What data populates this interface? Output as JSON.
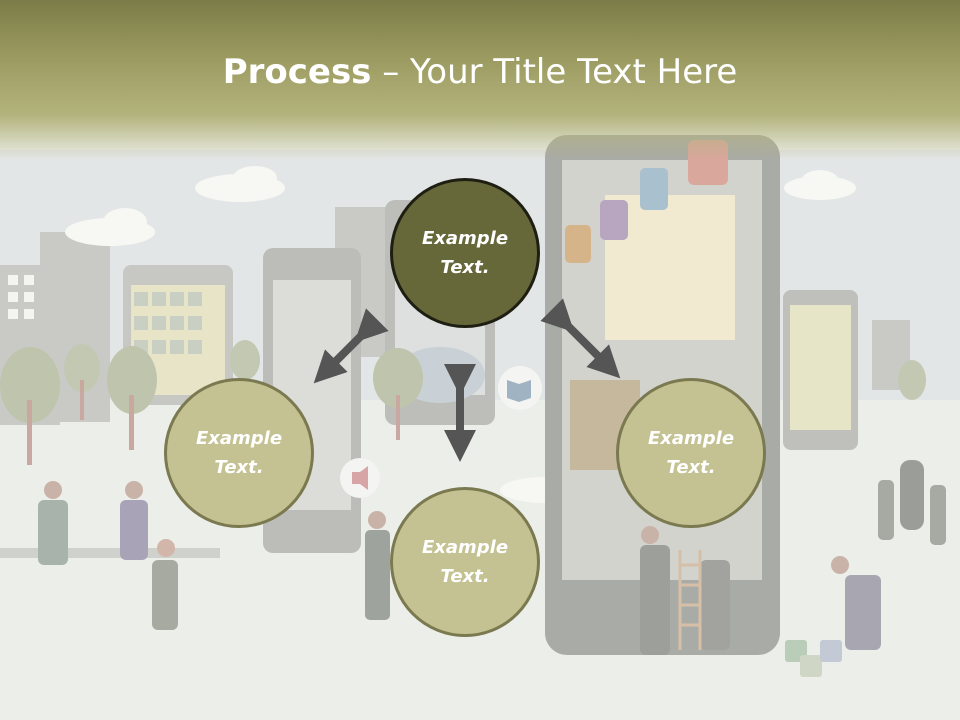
{
  "title": {
    "bold": "Process",
    "rest": " – Your Title Text Here"
  },
  "nodes": [
    {
      "id": "top",
      "line1": "Example",
      "line2": "Text."
    },
    {
      "id": "left",
      "line1": "Example",
      "line2": "Text."
    },
    {
      "id": "right",
      "line1": "Example",
      "line2": "Text."
    },
    {
      "id": "bottom",
      "line1": "Example",
      "line2": "Text."
    }
  ],
  "colors": {
    "header": "#8c8c52",
    "center_fill": "#66683a",
    "outer_fill": "#c4c292",
    "outer_border": "#7a7950",
    "arrow": "#555555"
  }
}
